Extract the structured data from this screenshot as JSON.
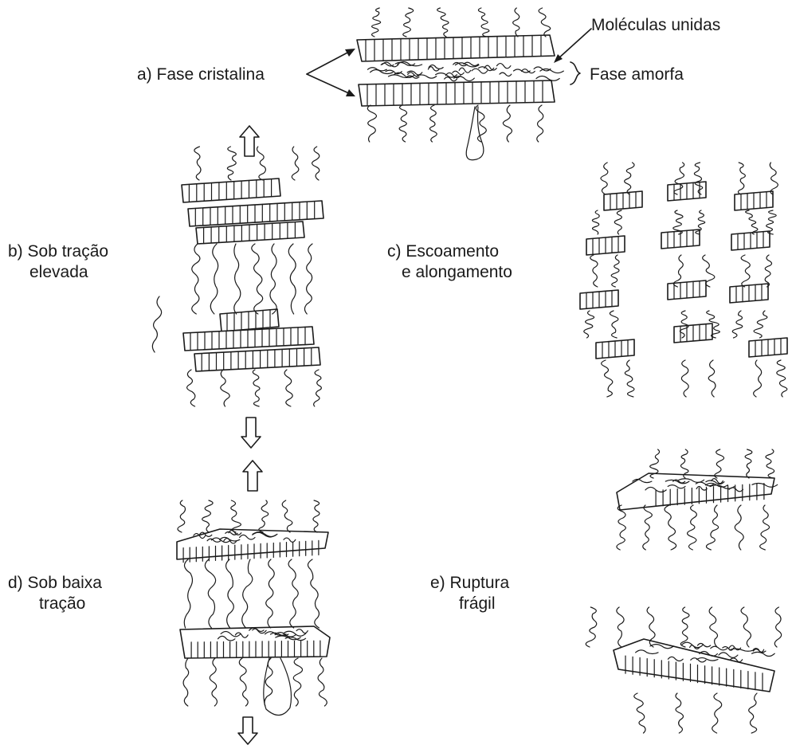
{
  "labels": {
    "a_phase": "a) Fase cristalina",
    "tie_molecules": "Moléculas unidas",
    "amorphous_phase": "Fase amorfa",
    "b_line1": "b) Sob tração",
    "b_line2": "elevada",
    "c_line1": "c) Escoamento",
    "c_line2": "e alongamento",
    "d_line1": "d) Sob baixa",
    "d_line2": "tração",
    "e_line1": "e) Ruptura",
    "e_line2": "frágil"
  },
  "colors": {
    "ink": "#1a1a1a",
    "background": "#ffffff"
  },
  "icons": [
    "hollow-arrow-up-icon",
    "hollow-arrow-down-icon"
  ]
}
